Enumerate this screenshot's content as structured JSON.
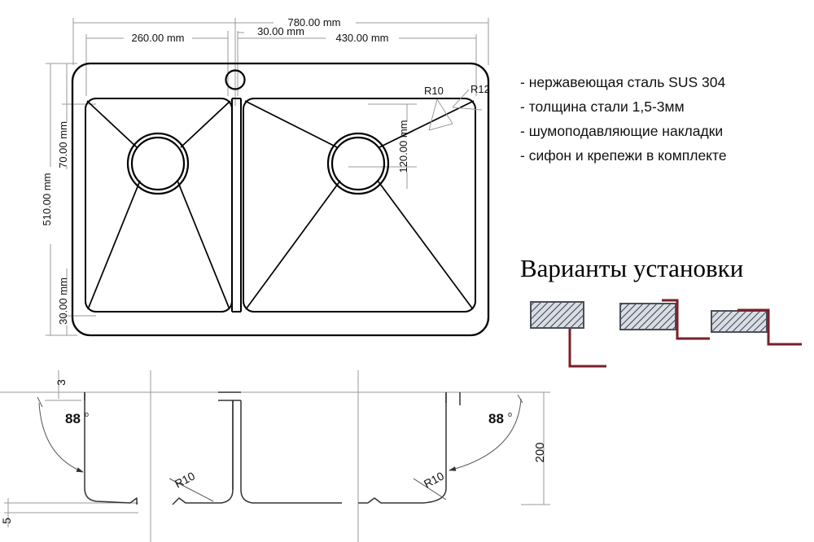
{
  "drawing": {
    "title_block": "",
    "specs": [
      "- нержавеющая сталь SUS 304",
      "- толщина стали 1,5-3мм",
      "- шумоподавляющие накладки",
      "- сифон и крепежи в комплекте"
    ],
    "variants_heading": "Варианты установки",
    "top_view": {
      "dimensions": {
        "overall_width": "780.00 mm",
        "left_bowl_width": "260.00 mm",
        "divider_width": "30.00 mm",
        "right_bowl_width": "430.00 mm",
        "overall_depth": "510.00 mm",
        "top_margin": "70.00 mm",
        "bottom_margin": "30.00 mm",
        "drain_offset": "120.00 mm"
      },
      "radii": {
        "inner_corner": "R10",
        "outer_corner": "R12"
      }
    },
    "section_view": {
      "dimensions": {
        "rim_thickness": "3",
        "bottom_thickness": "5",
        "bowl_depth": "200"
      },
      "angles": {
        "left_wall": "88",
        "right_wall": "88",
        "degree_symbol": "o"
      },
      "radii": {
        "left_bottom": "R10",
        "right_bottom": "R10"
      }
    },
    "install_variants": [
      {
        "name": "flush-top-overmount"
      },
      {
        "name": "flush-mount"
      },
      {
        "name": "undermount"
      }
    ],
    "colors": {
      "object_line": "#000000",
      "dimension_line": "#9a9a9a",
      "hatch_fill": "#d8dce4",
      "hatch_stroke": "#4a4f58",
      "accent_red": "#7a1f2a"
    }
  }
}
